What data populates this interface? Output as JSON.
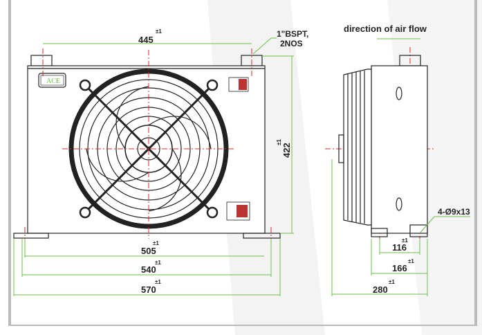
{
  "title": "direction of air flow",
  "port_label": [
    "1\"BSPT,",
    "2NOS"
  ],
  "brand_label": "ACE",
  "mount_hole_label": "4-Ø9x13",
  "tolerance": "±1",
  "dimensions": {
    "port_spacing": "445",
    "height": "422",
    "foot_inner": "505",
    "foot_mid": "540",
    "overall_width": "570",
    "side_hole_spacing": "116",
    "side_foot_width": "166",
    "overall_depth": "280"
  },
  "colors": {
    "dimension": "#6cbf4a",
    "centerline": "#d42a2a",
    "outline": "#222222"
  }
}
